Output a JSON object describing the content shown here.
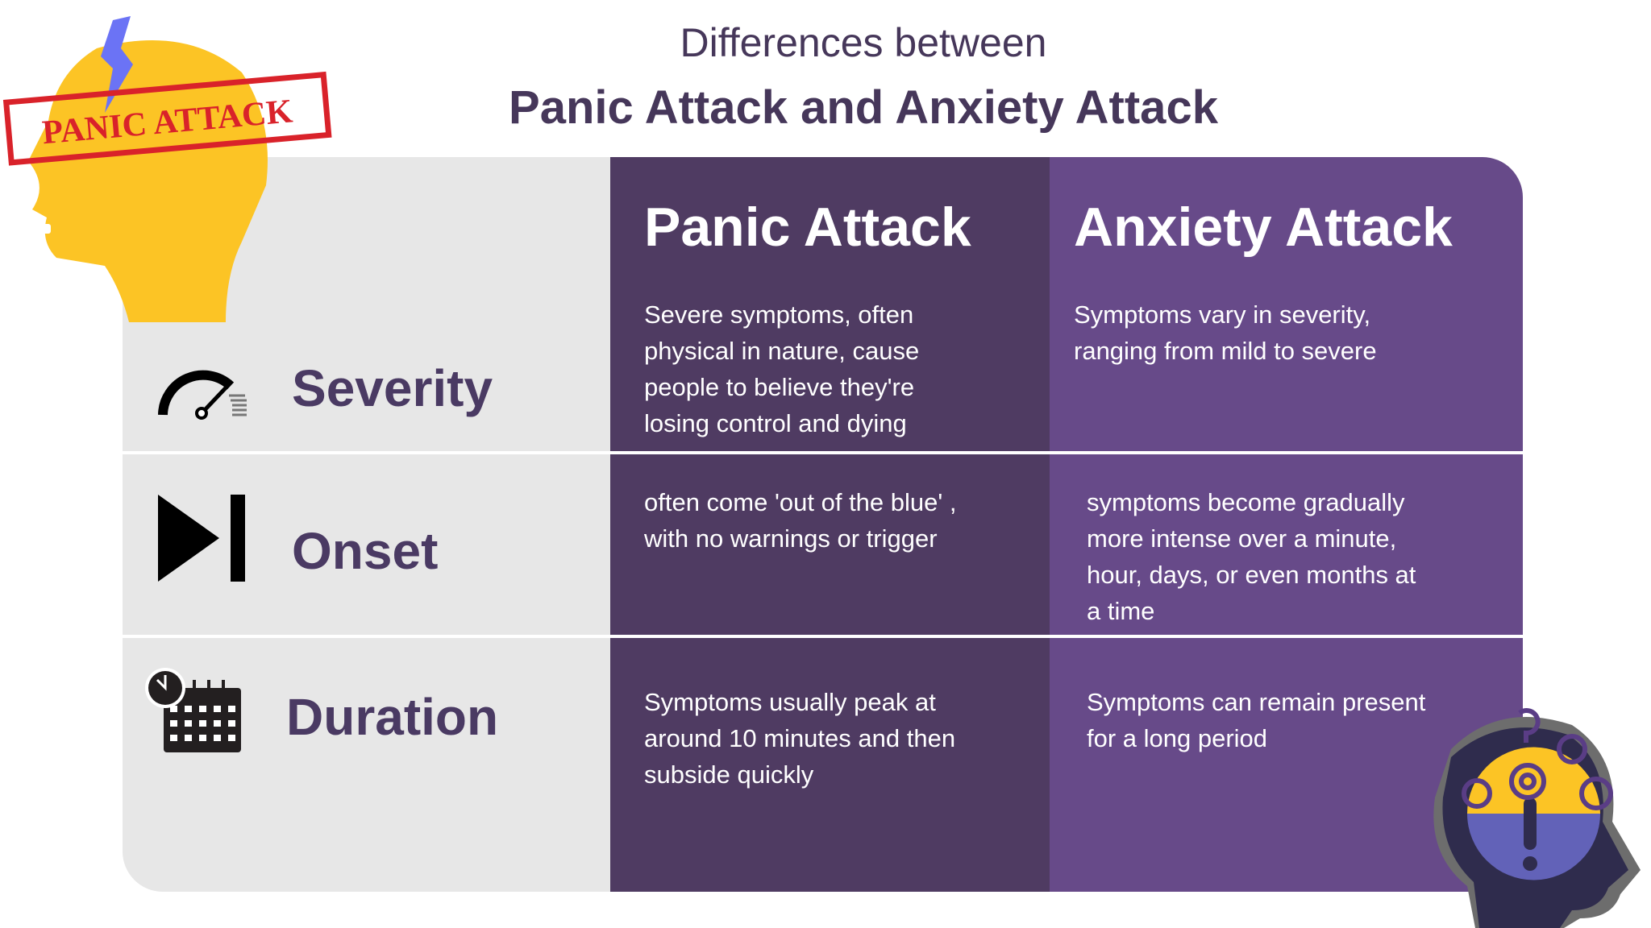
{
  "title": {
    "line1": "Differences between",
    "line2": "Panic Attack and Anxiety Attack"
  },
  "columns": {
    "panic": "Panic Attack",
    "anxiety": "Anxiety Attack"
  },
  "rows": [
    {
      "label": "Severity",
      "icon": "speedometer-icon",
      "panic": [
        "Severe symptoms, often",
        "physical in nature, cause",
        "people to believe they're",
        "losing control and dying"
      ],
      "anxiety": [
        "Symptoms vary in severity,",
        "ranging from mild to severe"
      ]
    },
    {
      "label": "Onset",
      "icon": "skip-forward-icon",
      "panic": [
        "often come 'out of the blue' ,",
        "with no warnings or trigger"
      ],
      "anxiety": [
        "symptoms become gradually",
        "more intense over a minute,",
        "hour, days, or even months at",
        "a time"
      ]
    },
    {
      "label": "Duration",
      "icon": "calendar-clock-icon",
      "panic": [
        "Symptoms usually peak at",
        "around 10 minutes and then",
        "subside quickly"
      ],
      "anxiety": [
        "Symptoms can remain present",
        "for a long period"
      ]
    }
  ],
  "stamp": "PANIC ATTACK",
  "colors": {
    "title": "#46375a",
    "panel": "#e7e7e7",
    "panic_col": "#4f3b62",
    "anxiety_col": "#674a89",
    "head_yellow": "#fcc425",
    "stamp_red": "#d9222a"
  }
}
